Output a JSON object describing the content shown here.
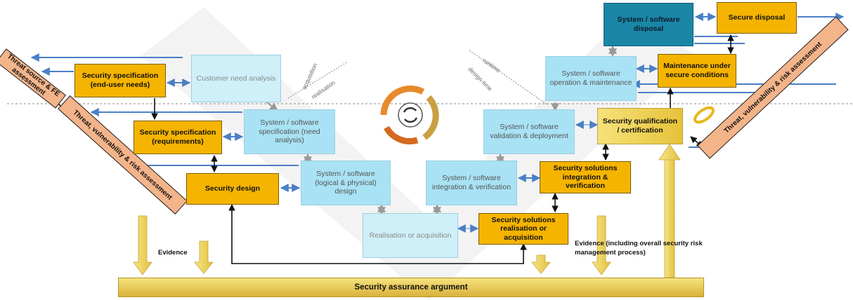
{
  "nodes": {
    "sec_spec_user": "Security specification (end-user needs)",
    "sec_spec_req": "Security specification (requirements)",
    "sec_design": "Security design",
    "customer_need": "Customer need analysis",
    "sys_spec": "System / software specification (need analysis)",
    "sys_design": "System / software (logical & physical) design",
    "realisation": "Realisation or acquisition",
    "sec_sol_real": "Security solutions realisation or acquisition",
    "sys_integration": "System / software integration & verification",
    "sec_sol_int": "Security solutions integration & verification",
    "sys_validation": "System / software validation & deployment",
    "sys_operation": "System / software operation & maintenance",
    "sec_qual": "Security qualification / certification",
    "maintenance": "Maintenance under secure conditions",
    "sys_disposal": "System / software disposal",
    "secure_disposal": "Secure disposal"
  },
  "side_labels": {
    "threat_fe": "Threat source & FE assessment",
    "threat_left": "Threat, vulnerability & risk assessment",
    "threat_right": "Threat, vulnerability & risk assessment"
  },
  "phase_labels": {
    "acquisition": "acquisition",
    "realisation": "realisation",
    "runtime": "runtime",
    "design_time": "design-time"
  },
  "evidence_left": "Evidence",
  "evidence_right": "Evidence (including overall security risk management process)",
  "assurance": "Security assurance argument",
  "colors": {
    "security": "#f5b400",
    "system": "#a8e2f4",
    "system_dark": "#1a86a6",
    "threat": "#f4b48a",
    "assurance": "#e8c94f",
    "arrow_blue": "#4a7fc6",
    "arrow_gray": "#9a9a9a"
  }
}
